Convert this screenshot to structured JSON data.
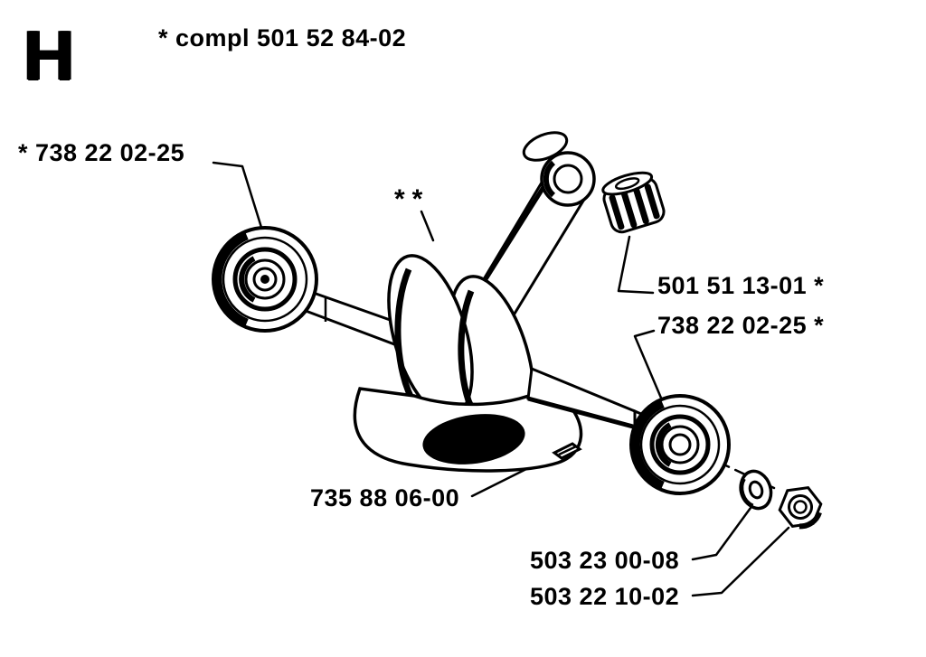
{
  "header": {
    "section_letter": "H",
    "assembly_number": "* compl 501 52 84-02"
  },
  "callouts": {
    "bearing_left": "* 738 22 02-25",
    "crankshaft_marker": "**",
    "needle_bearing": "501 51 13-01 *",
    "bearing_right": "738 22 02-25 *",
    "key": "735 88 06-00",
    "washer": "503 23 00-08",
    "nut": "503 22 10-02"
  },
  "colors": {
    "ink": "#000000",
    "paper": "#ffffff"
  }
}
